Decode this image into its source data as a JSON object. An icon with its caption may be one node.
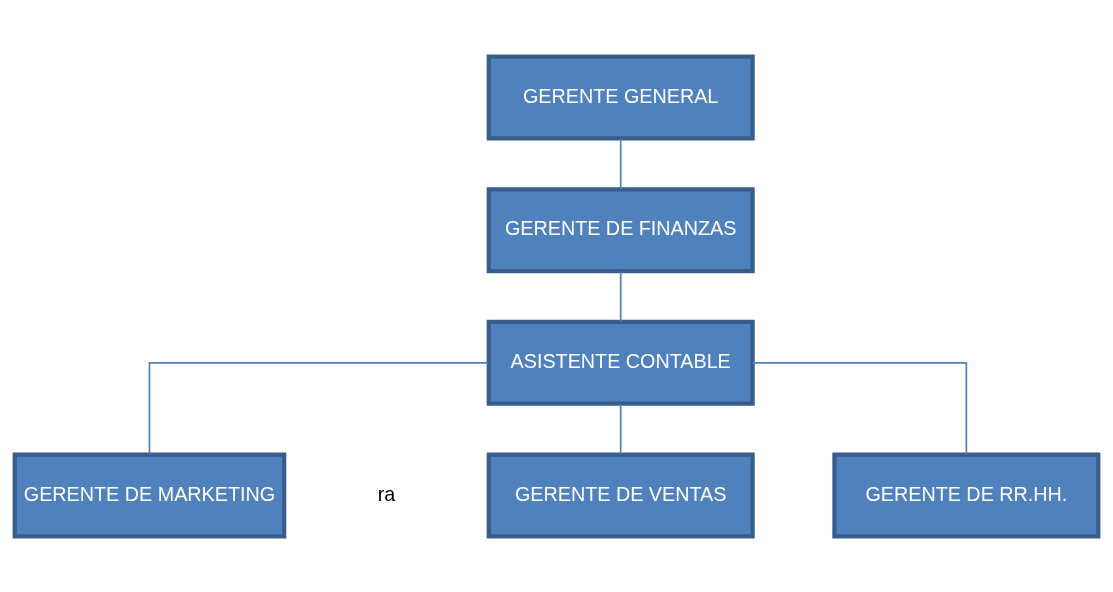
{
  "diagram": {
    "nodes": [
      {
        "text": [
          "GERENTE GENERAL"
        ]
      },
      {
        "text": [
          "GERENTE DE FINANZAS"
        ]
      },
      {
        "text": [
          "ASISTENTE CONTABLE"
        ]
      },
      {
        "text": [
          "GERENTE DE MARKETING"
        ]
      },
      {
        "text": [
          "GERENTE DE VENTAS"
        ]
      },
      {
        "text": [
          "GERENTE DE RR.HH."
        ]
      }
    ],
    "edges": [
      {
        "from": 0,
        "to": 1,
        "arrow": "none"
      },
      {
        "from": 1,
        "to": 2,
        "arrow": "none"
      },
      {
        "from": 2,
        "to": 3,
        "arrow": "none"
      },
      {
        "from": 2,
        "to": 4,
        "arrow": "none"
      },
      {
        "from": 2,
        "to": 5,
        "arrow": "none"
      }
    ],
    "labels": [
      "ra"
    ]
  }
}
